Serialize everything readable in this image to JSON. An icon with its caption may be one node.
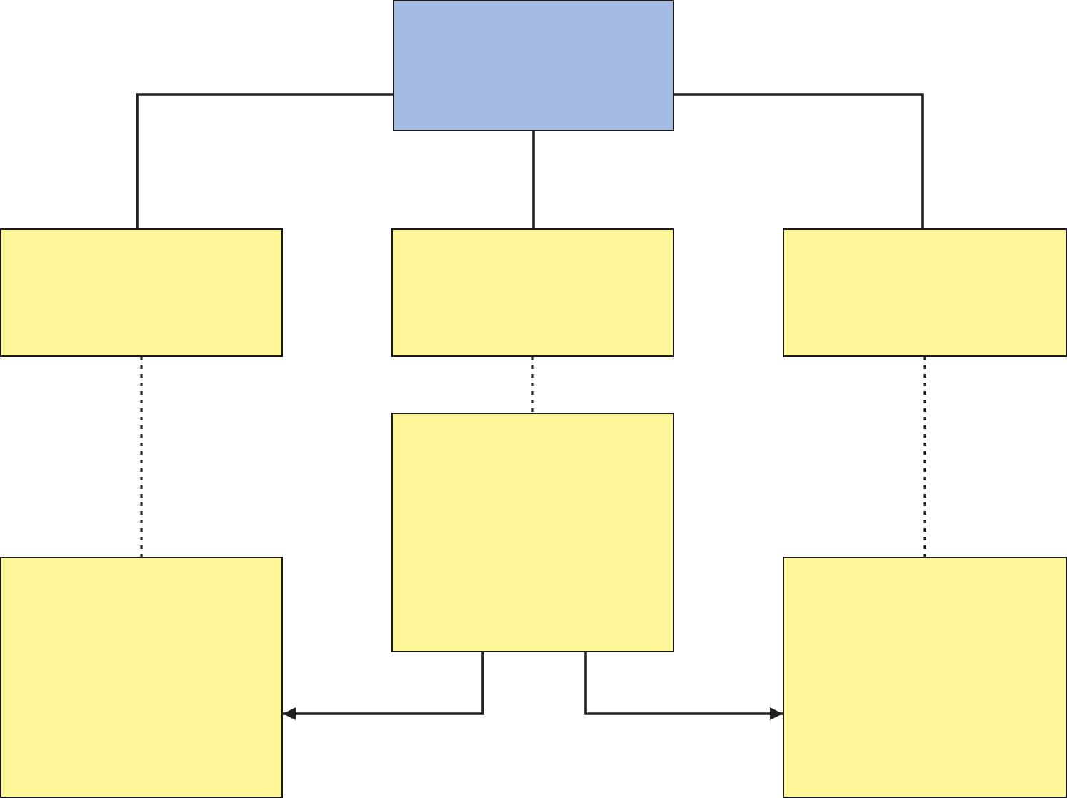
{
  "diagram": {
    "nodes": [
      {
        "text": [],
        "shape": "box"
      },
      {
        "text": [],
        "shape": "box"
      },
      {
        "text": [],
        "shape": "box"
      },
      {
        "text": [],
        "shape": "box"
      },
      {
        "text": [],
        "shape": "box"
      },
      {
        "text": [],
        "shape": "box"
      },
      {
        "text": [],
        "shape": "box"
      }
    ],
    "edges": [
      {
        "from": 0,
        "to": 1,
        "arrow": "none"
      },
      {
        "from": 0,
        "to": 2,
        "arrow": "none"
      },
      {
        "from": 0,
        "to": 3,
        "arrow": "none"
      },
      {
        "from": 1,
        "to": 5,
        "arrow": "none",
        "style": "dashed"
      },
      {
        "from": 2,
        "to": 4,
        "arrow": "none",
        "style": "dashed"
      },
      {
        "from": 3,
        "to": 6,
        "arrow": "none",
        "style": "dashed"
      },
      {
        "from": 4,
        "to": 5,
        "arrow": "to"
      },
      {
        "from": 4,
        "to": 6,
        "arrow": "to"
      }
    ]
  }
}
